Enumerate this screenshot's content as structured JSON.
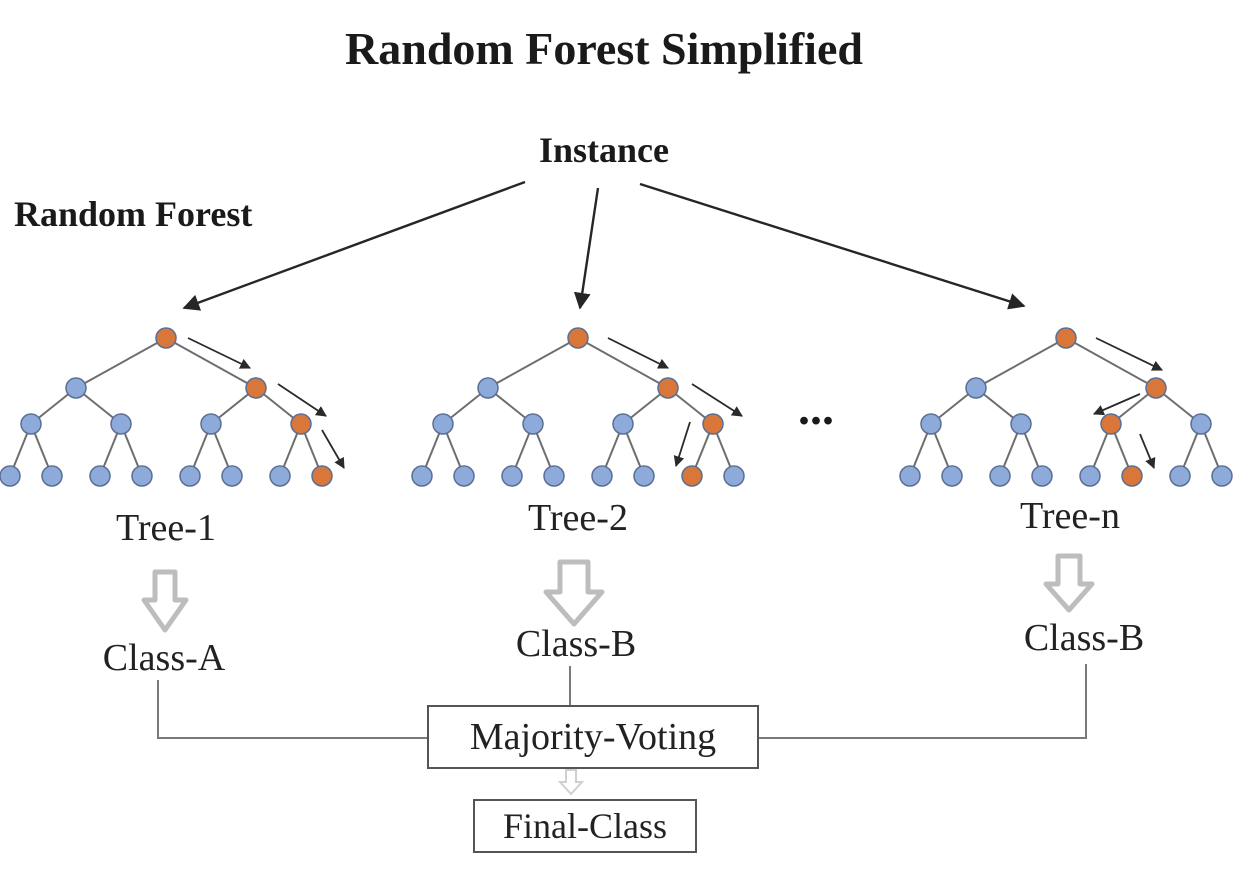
{
  "title": "Random Forest Simplified",
  "instance_label": "Instance",
  "forest_label": "Random Forest",
  "ellipsis": "...",
  "trees": [
    {
      "label": "Tree-1",
      "class_label": "Class-A"
    },
    {
      "label": "Tree-2",
      "class_label": "Class-B"
    },
    {
      "label": "Tree-n",
      "class_label": "Class-B"
    }
  ],
  "majority_voting_label": "Majority-Voting",
  "final_class_label": "Final-Class",
  "colors": {
    "node_default": "#8eaadb",
    "node_path": "#d9773a",
    "node_outline": "#5a6f94",
    "box_border": "#555555"
  }
}
